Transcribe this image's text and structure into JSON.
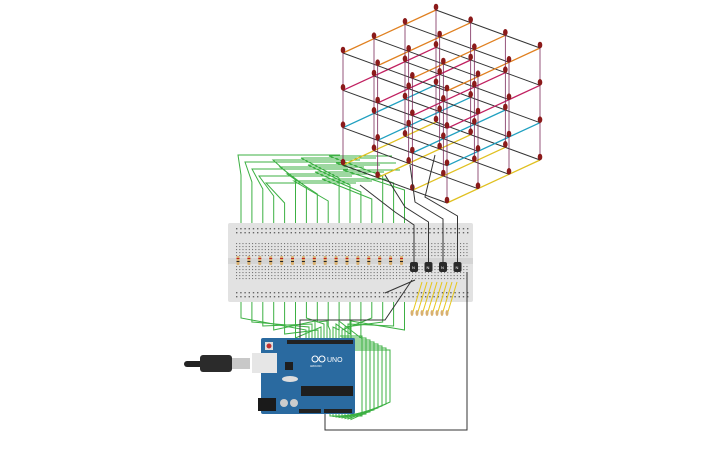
{
  "board": {
    "model_label": "UNO",
    "brand_label": "ARDUINO"
  },
  "cube": {
    "size": 4,
    "led_color": "#8b1a1a"
  },
  "breadboard": {
    "resistor_count": 16,
    "transistor_count": 4,
    "transistor_label": "N"
  },
  "colors": {
    "wire_green": "#3cb043",
    "wire_dark": "#333333",
    "wire_yellow": "#e6c619",
    "board_blue": "#2a6aa0",
    "breadboard": "#e2e2e2",
    "layer_colors": [
      "#e0c020",
      "#20a0c0",
      "#c02060",
      "#e08020"
    ]
  }
}
